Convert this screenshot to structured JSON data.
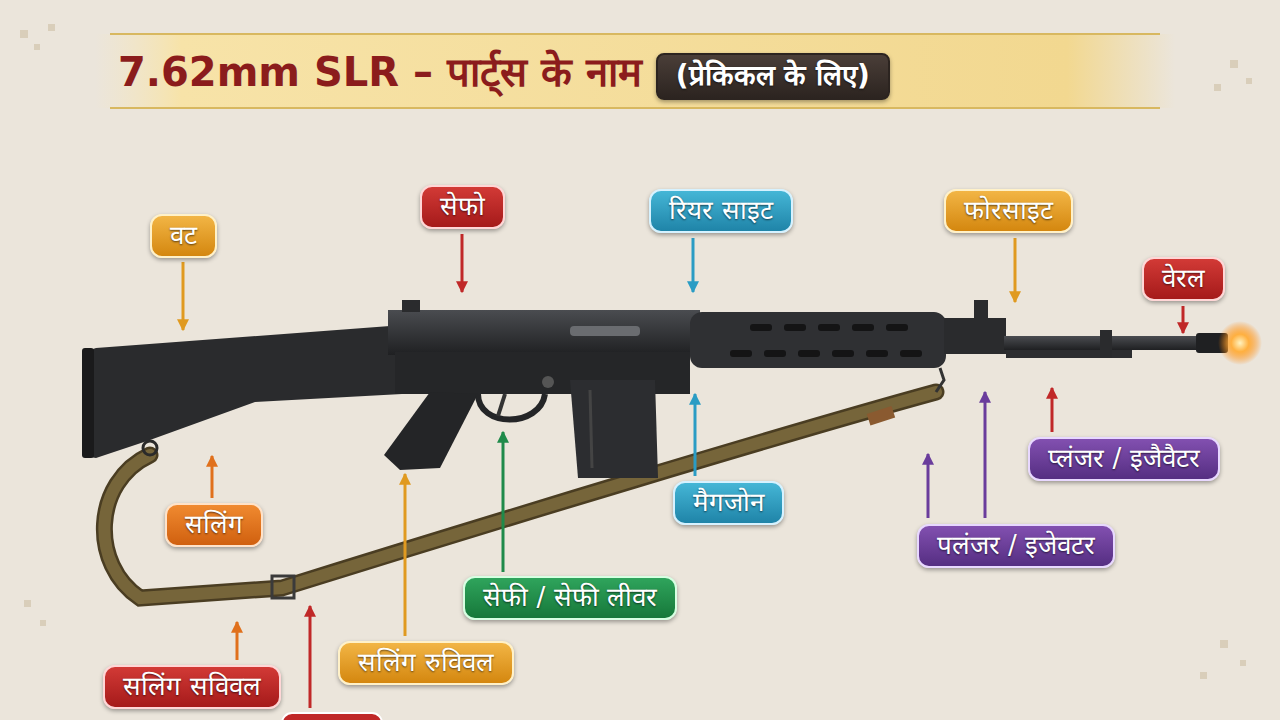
{
  "diagram": {
    "title": "7.62mm SLR – पार्ट्स के नाम",
    "nodes": [
      {
        "text": [
          "(प्रेकिकल के लिए)"
        ]
      },
      {
        "text": [
          "सेफो"
        ]
      },
      {
        "text": [
          "रियर साइट"
        ]
      },
      {
        "text": [
          "फोरसाइट"
        ]
      },
      {
        "text": [
          "वट"
        ]
      },
      {
        "text": [
          "वेरल"
        ]
      },
      {
        "text": [
          "प्लंजर / इजैवैटर"
        ]
      },
      {
        "text": [
          "मैगजोन"
        ]
      },
      {
        "text": [
          "सलिंग"
        ]
      },
      {
        "text": [
          "पलंजर / इजेवटर"
        ]
      },
      {
        "text": [
          "सेफी / सेफी लीवर"
        ]
      },
      {
        "text": [
          "सलिंग रुविवल"
        ]
      },
      {
        "text": [
          "सलिंग सविवल"
        ]
      }
    ]
  }
}
